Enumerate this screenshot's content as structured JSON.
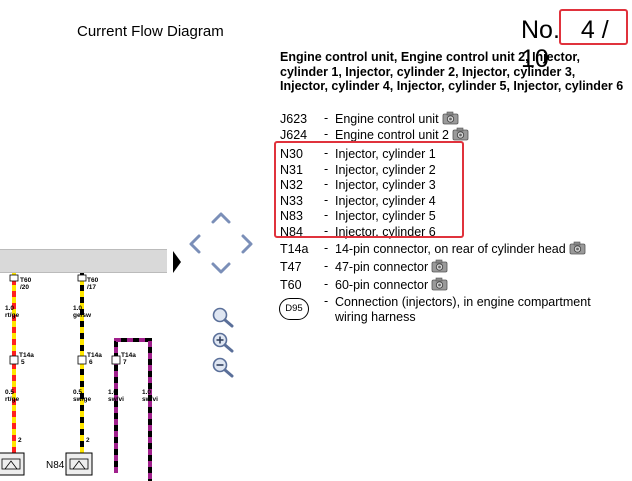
{
  "header": {
    "title": "Current Flow Diagram",
    "page_label": "No.",
    "page_value": "4 / 10"
  },
  "legend": {
    "heading": "Engine control unit, Engine control unit 2, Injector, cylinder 1, Injector, cylinder 2, Injector, cylinder 3, Injector, cylinder 4, Injector, cylinder 5, Injector, cylinder 6",
    "items": [
      {
        "code": "J623",
        "desc": "Engine control unit",
        "camera": true
      },
      {
        "code": "J624",
        "desc": "Engine control unit 2",
        "camera": true
      },
      {
        "code": "N30",
        "desc": "Injector, cylinder 1",
        "camera": false
      },
      {
        "code": "N31",
        "desc": "Injector, cylinder 2",
        "camera": false
      },
      {
        "code": "N32",
        "desc": "Injector, cylinder 3",
        "camera": false
      },
      {
        "code": "N33",
        "desc": "Injector, cylinder 4",
        "camera": false
      },
      {
        "code": "N83",
        "desc": "Injector, cylinder 5",
        "camera": false
      },
      {
        "code": "N84",
        "desc": "Injector, cylinder 6",
        "camera": false
      },
      {
        "code": "T14a",
        "desc": "14-pin connector, on rear of cylinder head",
        "camera": true
      },
      {
        "code": "T47",
        "desc": "47-pin connector",
        "camera": true
      },
      {
        "code": "T60",
        "desc": "60-pin connector",
        "camera": true
      }
    ],
    "dash": "-",
    "d95": {
      "code": "D95",
      "desc": "Connection (injectors), in engine compartment wiring harness"
    }
  },
  "diagram": {
    "wires": [
      {
        "top_conn": "T60",
        "top_pin": "/20",
        "size": "1.0",
        "color": "rt/ge",
        "t14a_pin": "5",
        "size2": "0.5",
        "color2": "rt/ge",
        "pin": "2"
      },
      {
        "top_conn": "T60",
        "top_pin": "/17",
        "size": "1.0",
        "color": "ge/sw",
        "t14a_pin": "6",
        "size2": "0.5",
        "color2": "sw/ge",
        "pin": "2"
      },
      {
        "t14a_pin": "7",
        "size2": "1.0",
        "color2": "sw/vi"
      },
      {
        "size2": "1.0",
        "color2": "sw/vi"
      }
    ],
    "t14a_label": "T14a",
    "component_label": "N84"
  },
  "colors": {
    "highlight": "#e0323c",
    "wire_red": "#ff2020",
    "wire_yellow": "#ffe600",
    "wire_violet": "#a0208c",
    "nav_blue": "#7b8fb8"
  }
}
